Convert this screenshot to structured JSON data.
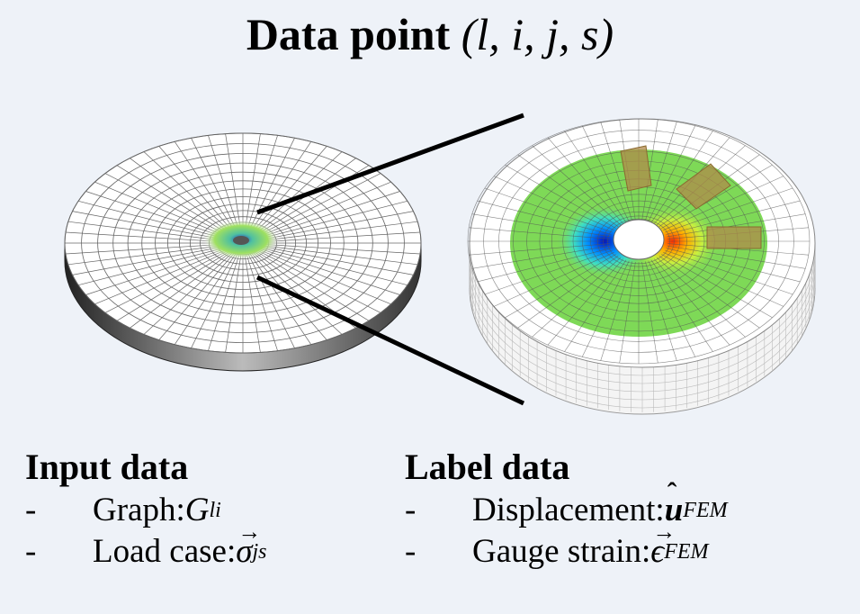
{
  "title": {
    "bold_text": "Data point",
    "math": "(l, i, j, s)"
  },
  "input": {
    "heading": "Input data",
    "items": [
      {
        "dash": "-",
        "label": "Graph: ",
        "symbol": "G",
        "subscript": "li"
      },
      {
        "dash": "-",
        "label": "Load case: ",
        "symbol": "σ",
        "subscript": "js"
      }
    ]
  },
  "label": {
    "heading": "Label data",
    "items": [
      {
        "dash": "-",
        "label": "Displacement: ",
        "symbol": "u",
        "subscript": "FEM"
      },
      {
        "dash": "-",
        "label": "Gauge strain: ",
        "symbol": "ϵ",
        "subscript": "FEM"
      }
    ]
  },
  "colors": {
    "background": "#eef2f8",
    "mesh_line": "#555555",
    "disk_face": "#ffffff",
    "field_green": "#7ed957",
    "strain_gauge": "#b08a4a",
    "zoom_lines": "#000000"
  },
  "icons": {
    "left_disk": "coarse-mesh-disk",
    "right_disk": "zoomed-mesh-disk-with-displacement-field",
    "gauges": "strain-gauge-patches"
  }
}
